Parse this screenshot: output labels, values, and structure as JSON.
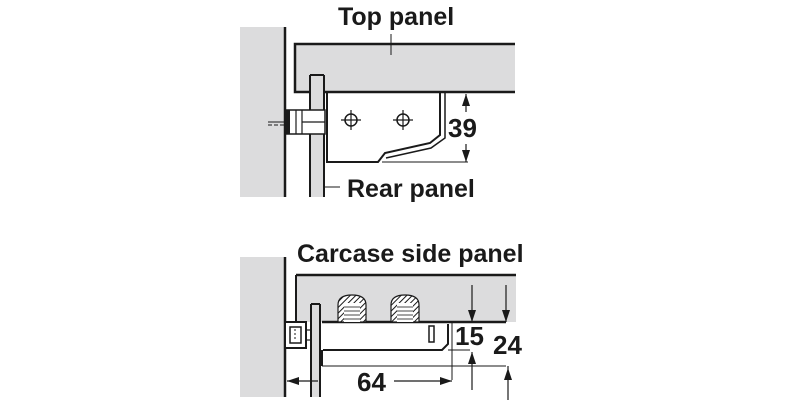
{
  "colors": {
    "panel_fill": "#dcdcdd",
    "line": "#1a1a1a",
    "background": "#ffffff"
  },
  "top_view": {
    "label_top_panel": "Top panel",
    "label_rear_panel": "Rear panel",
    "dimension_height": "39"
  },
  "bottom_view": {
    "label_carcase_side_panel": "Carcase side panel",
    "dimension_inner": "15",
    "dimension_outer": "24",
    "dimension_depth": "64"
  }
}
